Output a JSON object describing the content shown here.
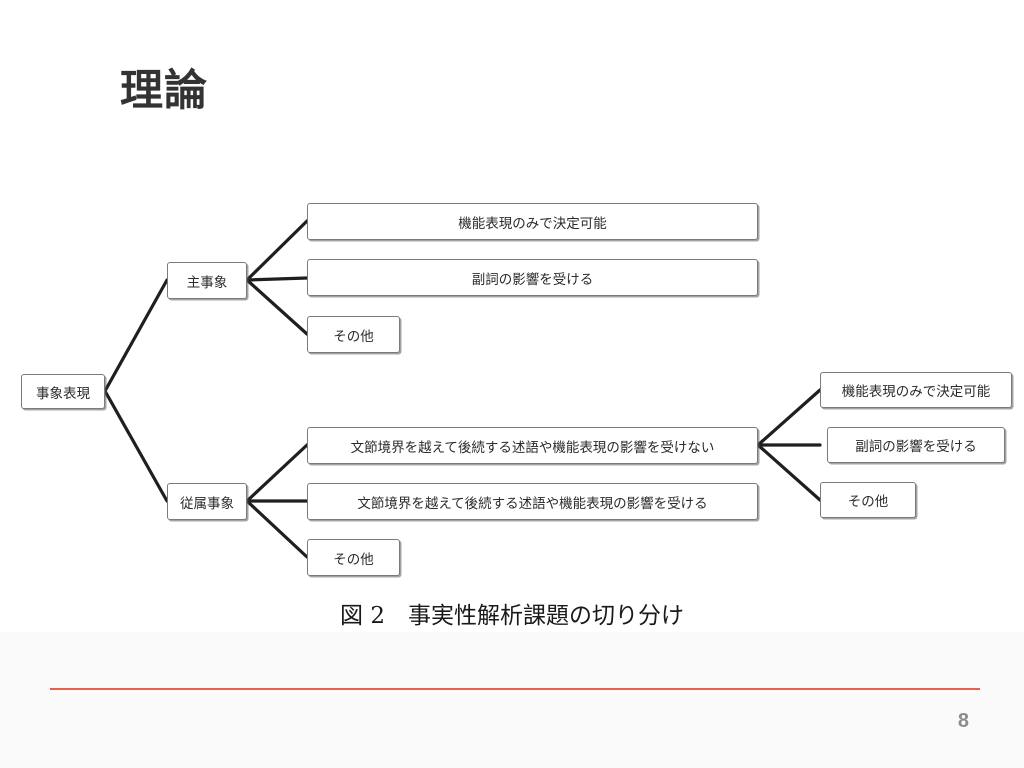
{
  "slide": {
    "title": "理論",
    "page_number": "8",
    "accent_color": "#e8604c",
    "background_color": "#ffffff",
    "footer_background_color": "#fafafa",
    "page_number_color": "#8c8c8c"
  },
  "figure": {
    "caption": "図 2　事実性解析課題の切り分け",
    "node_border_color": "#7a7a7a",
    "edge_color": "#1f1f1f",
    "nodes": {
      "root": "事象表現",
      "main_event": "主事象",
      "main_children": [
        "機能表現のみで決定可能",
        "副詞の影響を受ける",
        "その他"
      ],
      "subordinate_event": "従属事象",
      "subordinate_children": [
        "文節境界を越えて後続する述語や機能表現の影響を受けない",
        "文節境界を越えて後続する述語や機能表現の影響を受ける",
        "その他"
      ],
      "leaf_children": [
        "機能表現のみで決定可能",
        "副詞の影響を受ける",
        "その他"
      ]
    }
  }
}
